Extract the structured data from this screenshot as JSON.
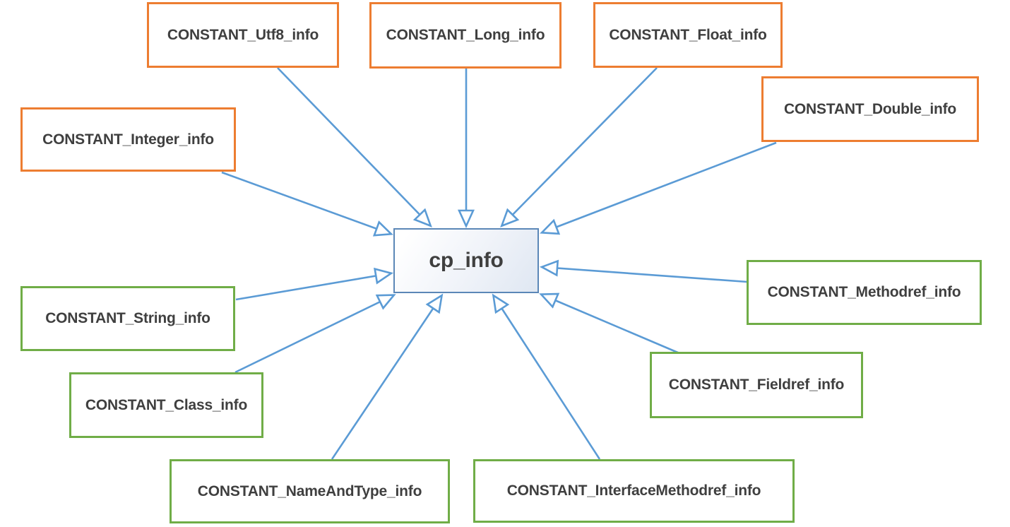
{
  "diagram": {
    "center_node": {
      "id": "cp_info",
      "label": "cp_info"
    },
    "nodes": [
      {
        "id": "utf8",
        "label": "CONSTANT_Utf8_info",
        "category": "orange"
      },
      {
        "id": "long",
        "label": "CONSTANT_Long_info",
        "category": "orange"
      },
      {
        "id": "float",
        "label": "CONSTANT_Float_info",
        "category": "orange"
      },
      {
        "id": "double",
        "label": "CONSTANT_Double_info",
        "category": "orange"
      },
      {
        "id": "integer",
        "label": "CONSTANT_Integer_info",
        "category": "orange"
      },
      {
        "id": "methodref",
        "label": "CONSTANT_Methodref_info",
        "category": "green"
      },
      {
        "id": "string",
        "label": "CONSTANT_String_info",
        "category": "green"
      },
      {
        "id": "fieldref",
        "label": "CONSTANT_Fieldref_info",
        "category": "green"
      },
      {
        "id": "class",
        "label": "CONSTANT_Class_info",
        "category": "green"
      },
      {
        "id": "nameandtype",
        "label": "CONSTANT_NameAndType_info",
        "category": "green"
      },
      {
        "id": "interfacemethodref",
        "label": "CONSTANT_InterfaceMethodref_info",
        "category": "green"
      }
    ],
    "edges": [
      {
        "from": "utf8",
        "to": "cp_info"
      },
      {
        "from": "long",
        "to": "cp_info"
      },
      {
        "from": "float",
        "to": "cp_info"
      },
      {
        "from": "double",
        "to": "cp_info"
      },
      {
        "from": "integer",
        "to": "cp_info"
      },
      {
        "from": "methodref",
        "to": "cp_info"
      },
      {
        "from": "string",
        "to": "cp_info"
      },
      {
        "from": "fieldref",
        "to": "cp_info"
      },
      {
        "from": "class",
        "to": "cp_info"
      },
      {
        "from": "nameandtype",
        "to": "cp_info"
      },
      {
        "from": "interfacemethodref",
        "to": "cp_info"
      }
    ],
    "colors": {
      "orange": "#ED7D31",
      "green": "#70AD47",
      "arrow": "#5B9BD5",
      "center": "#5B87B7",
      "text": "#3F3F3F",
      "background": "#FFFFFF"
    }
  }
}
